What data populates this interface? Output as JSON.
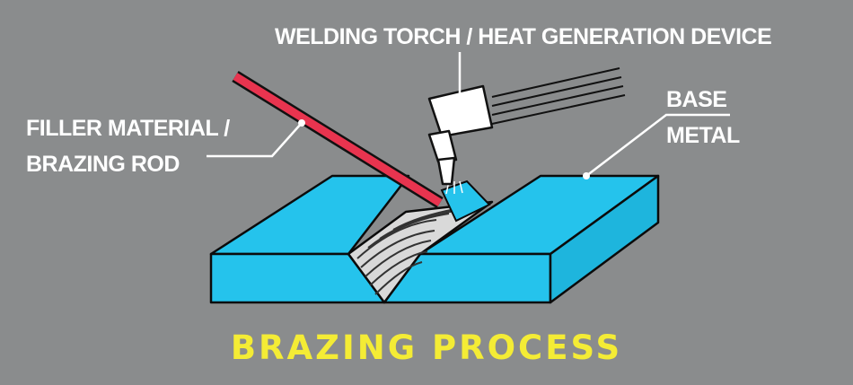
{
  "labels": {
    "torch": "WELDING TORCH / HEAT GENERATION DEVICE",
    "filler_line1": "FILLER MATERIAL /",
    "filler_line2": "BRAZING ROD",
    "base_line1": "BASE",
    "base_line2": "METAL"
  },
  "title": "BRAZING PROCESS",
  "colors": {
    "background": "#8a8c8d",
    "base_metal": "#25c3ec",
    "rod": "#e8344f",
    "title": "#f4ec35",
    "label_text": "#ffffff",
    "leader_line": "#ffffff"
  }
}
